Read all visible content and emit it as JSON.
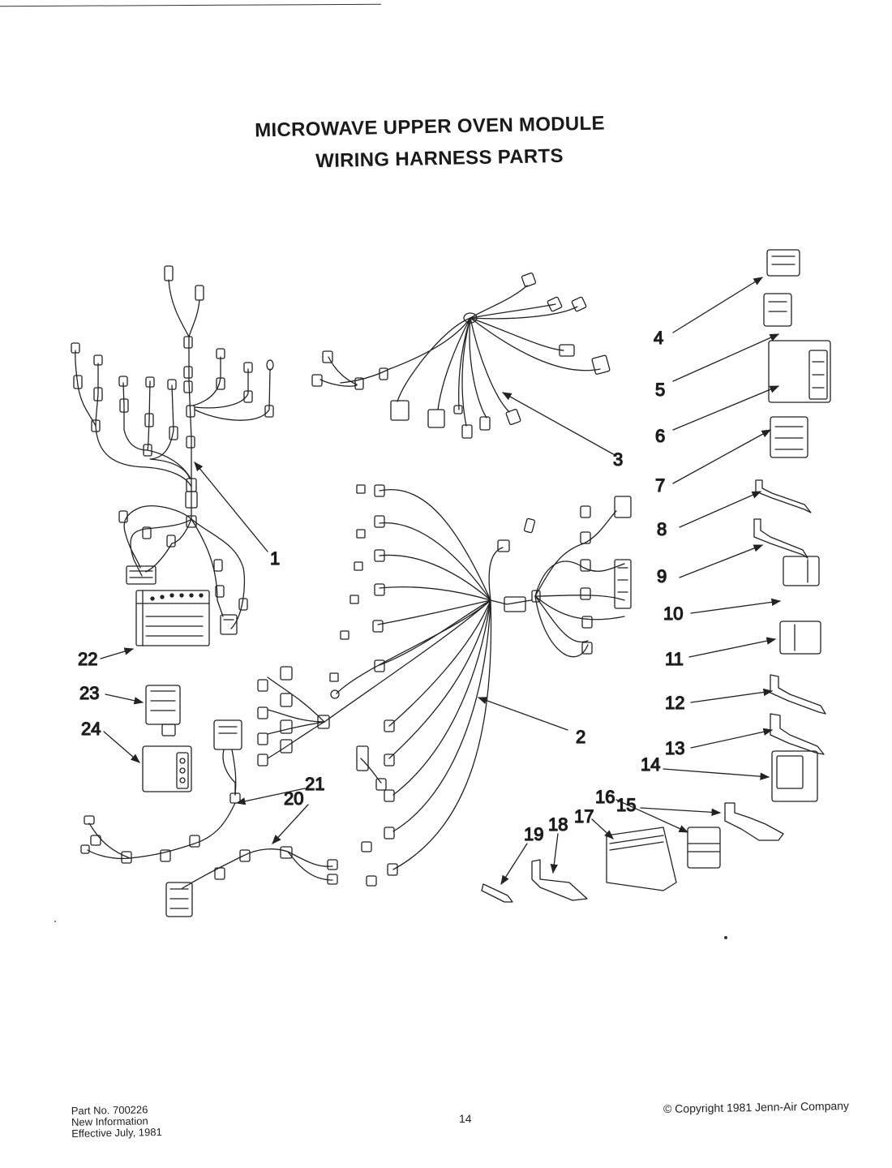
{
  "title": {
    "line1": "MICROWAVE UPPER OVEN MODULE",
    "line2": "WIRING HARNESS PARTS"
  },
  "callouts": [
    "1",
    "2",
    "3",
    "4",
    "5",
    "6",
    "7",
    "8",
    "9",
    "10",
    "11",
    "12",
    "13",
    "14",
    "15",
    "16",
    "17",
    "18",
    "19",
    "20",
    "21",
    "22",
    "23",
    "24"
  ],
  "footer": {
    "part_no": "Part No. 700226",
    "info": "New Information",
    "effective": "Effective July, 1981",
    "page": "14",
    "copyright": "© Copyright 1981 Jenn-Air Company"
  }
}
